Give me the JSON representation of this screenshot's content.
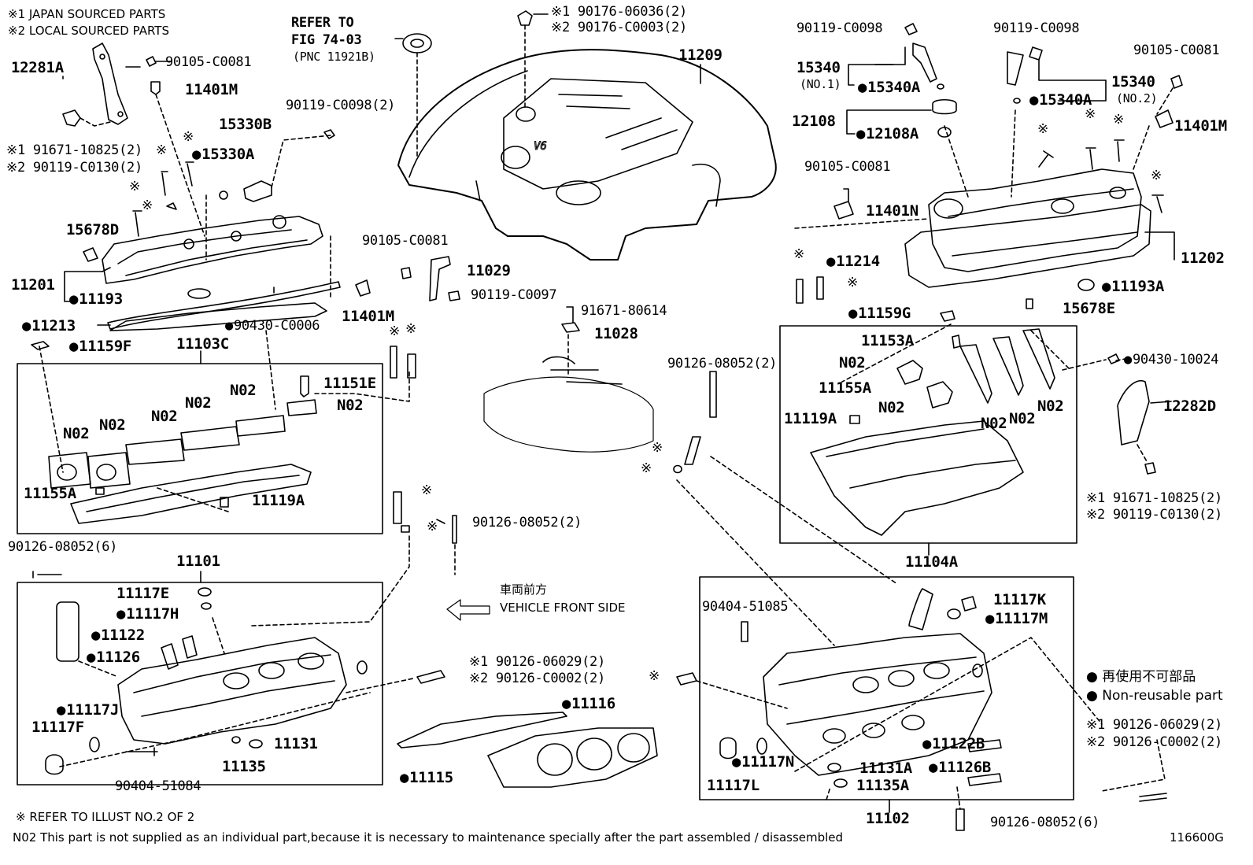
{
  "legend_top": {
    "japan": "※1 JAPAN SOURCED PARTS",
    "local": "※2 LOCAL SOURCED PARTS"
  },
  "refer": {
    "line1": "REFER TO",
    "line2": "FIG 74-03",
    "line3": "(PNC 11921B)"
  },
  "parts": {
    "p12281A": "12281A",
    "p90105_C0081_a": "90105-C0081",
    "p11401M_a": "11401M",
    "p91671_a": "※1 91671-10825(2)",
    "p90119_C0130_a": "※2 90119-C0130(2)",
    "p15330B": "15330B",
    "p15330A": "15330A",
    "p90119_C0098_2": "90119-C0098(2)",
    "p15678D": "15678D",
    "p11201": "11201",
    "p11193": "11193",
    "p11213": "11213",
    "p90430_C0006": "90430-C0006",
    "p11159F": "11159F",
    "p11103C": "11103C",
    "p11401M_b": "11401M",
    "p90105_C0081_b": "90105-C0081",
    "p11029": "11029",
    "p90119_C0097": "90119-C0097",
    "p90176_06036": "※1 90176-06036(2)",
    "p90176_C0003": "※2 90176-C0003(2)",
    "p11209": "11209",
    "p91671_80614": "91671-80614",
    "p11028": "11028",
    "p11151E": "11151E",
    "n02": "N02",
    "p11155A_a": "11155A",
    "p11119A_a": "11119A",
    "p90126_08052_6a": "90126-08052(6)",
    "p90126_08052_2a": "90126-08052(2)",
    "p11101": "11101",
    "p11117E": "11117E",
    "p11117H": "11117H",
    "p11122": "11122",
    "p11126": "11126",
    "p11117J": "11117J",
    "p11117F": "11117F",
    "p11131": "11131",
    "p11135": "11135",
    "p90404_51084": "90404-51084",
    "p11115": "11115",
    "p11116": "11116",
    "p90126_06029_a": "※1 90126-06029(2)",
    "p90126_C0002_a": "※2 90126-C0002(2)",
    "front_jp": "車両前方",
    "front_en": "VEHICLE FRONT SIDE",
    "p90119_C0098_r1": "90119-C0098",
    "p90119_C0098_r2": "90119-C0098",
    "p90105_C0081_r": "90105-C0081",
    "p15340": "15340",
    "p15340_no1": "(NO.1)",
    "p15340A_a": "15340A",
    "p15340_b": "15340",
    "p15340_no2": "(NO.2)",
    "p15340A_b": "15340A",
    "p11401M_r": "11401M",
    "p12108": "12108",
    "p12108A": "12108A",
    "p90105_C0081_r2": "90105-C0081",
    "p11401N": "11401N",
    "p11214": "11214",
    "p11202": "11202",
    "p11193A": "11193A",
    "p11159G": "11159G",
    "p15678E": "15678E",
    "p90126_08052_2b": "90126-08052(2)",
    "p11153A": "11153A",
    "p11155A_b": "11155A",
    "p11119A_b": "11119A",
    "p90430_10024": "90430-10024",
    "p12282D": "12282D",
    "p91671_b": "※1 91671-10825(2)",
    "p90119_C0130_b": "※2 90119-C0130(2)",
    "p11104A": "11104A",
    "p90404_51085": "90404-51085",
    "p11117K": "11117K",
    "p11117M": "11117M",
    "p11122B": "11122B",
    "p11117N": "11117N",
    "p11126B": "11126B",
    "p11131A": "11131A",
    "p11117L": "11117L",
    "p11135A": "11135A",
    "p11102": "11102",
    "p90126_08052_6b": "90126-08052(6)",
    "p90126_06029_b": "※1 90126-06029(2)",
    "p90126_C0002_b": "※2 90126-C0002(2)",
    "mark": "※"
  },
  "legend_right": {
    "jp": "再使用不可部品",
    "en": "Non-reusable part"
  },
  "footer": {
    "refer_note": "※ REFER TO ILLUST NO.2 OF 2",
    "n02_note": "N02 This part is not supplied as an individual part,because it is necessary to maintenance specially after the part assembled / disassembled",
    "code": "116600G"
  }
}
